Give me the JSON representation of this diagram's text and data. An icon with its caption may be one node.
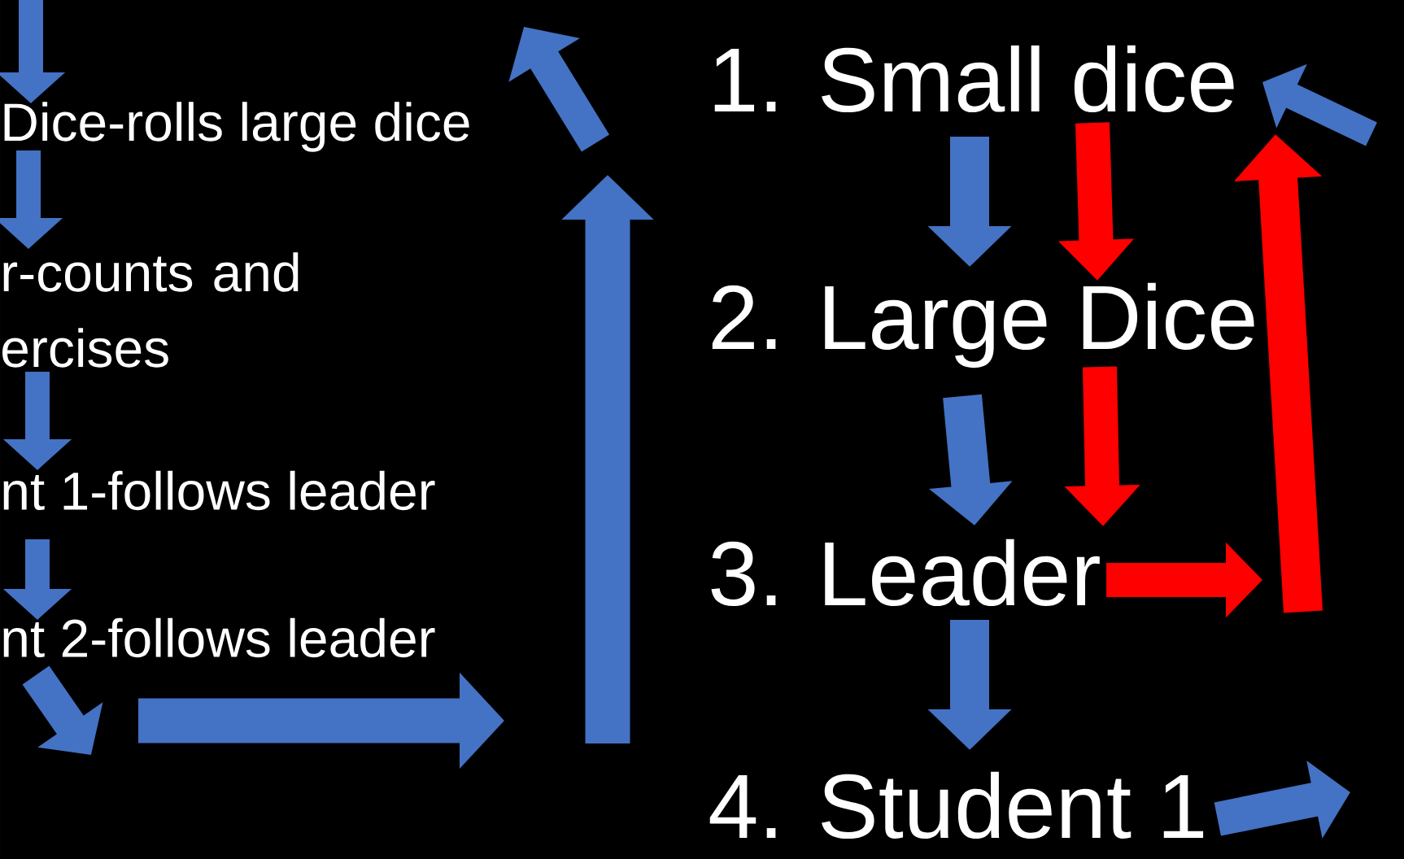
{
  "diagram": {
    "nodes": [
      {
        "text": [
          "Dice-rolls large dice"
        ]
      },
      {
        "text": [
          "r-counts and ercises"
        ]
      },
      {
        "text": [
          "nt 1-follows leader"
        ]
      },
      {
        "text": [
          "nt 2-follows leader"
        ]
      },
      {
        "text": [
          "1. Small dice"
        ]
      },
      {
        "text": [
          "2. Large Dice"
        ]
      },
      {
        "text": [
          "3. Leader"
        ]
      },
      {
        "text": [
          "4. Student 1"
        ]
      }
    ],
    "edges": [
      {
        "from": null,
        "to": 0,
        "arrow": "to"
      },
      {
        "from": 0,
        "to": 1,
        "arrow": "to"
      },
      {
        "from": 1,
        "to": 2,
        "arrow": "to"
      },
      {
        "from": 2,
        "to": 3,
        "arrow": "to"
      },
      {
        "from": 3,
        "to": null,
        "arrow": "to"
      },
      {
        "from": 4,
        "to": 5,
        "arrow": "to"
      },
      {
        "from": 5,
        "to": 6,
        "arrow": "to"
      },
      {
        "from": 6,
        "to": 7,
        "arrow": "to"
      },
      {
        "from": 4,
        "to": 5,
        "arrow": "to",
        "color": "#ff0000"
      },
      {
        "from": 5,
        "to": 6,
        "arrow": "to",
        "color": "#ff0000"
      },
      {
        "from": 6,
        "to": null,
        "arrow": "to",
        "color": "#ff0000"
      },
      {
        "from": null,
        "to": 4,
        "arrow": "to",
        "color": "#ff0000"
      },
      {
        "from": 7,
        "to": null,
        "arrow": "to"
      },
      {
        "from": null,
        "to": 4,
        "arrow": "to"
      }
    ]
  }
}
